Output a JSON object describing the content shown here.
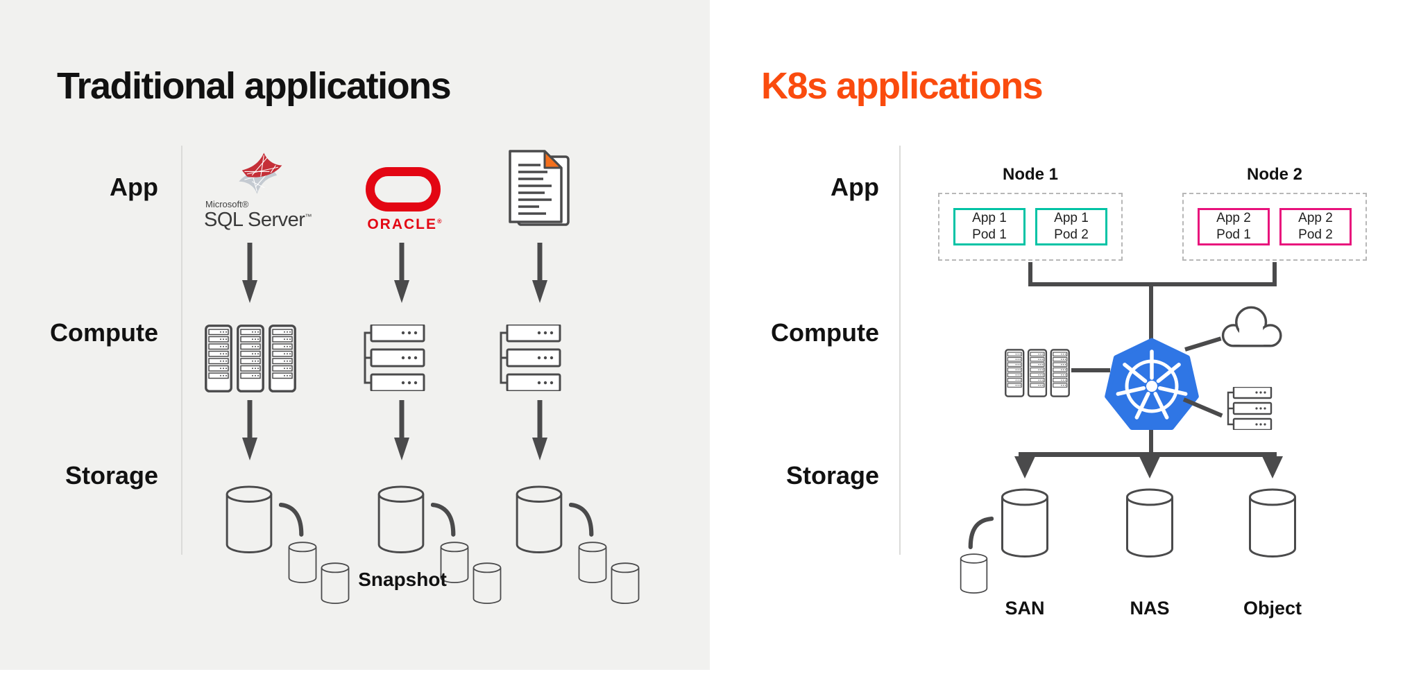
{
  "colors": {
    "bg-left": "#F1F1EF",
    "bg-right": "#FFFFFF",
    "ink": "#111111",
    "line": "#4A4A4B",
    "divider": "#DBDBD9",
    "accent-orange": "#FA4B0E",
    "k8s-blue": "#2F76E5",
    "teal": "#00C3A5",
    "magenta": "#E8127C",
    "oracle-red": "#E30613",
    "doc-orange": "#F4701D",
    "sql-red": "#C52F38",
    "sql-silver": "#C4CAD1"
  },
  "left_panel": {
    "title": "Traditional applications",
    "row_labels": {
      "app": "App",
      "compute": "Compute",
      "storage": "Storage"
    },
    "sql_logo": {
      "brand": "Microsoft®",
      "product": "SQL Server",
      "tm": "™"
    },
    "oracle_logo": {
      "wordmark": "ORACLE",
      "reg": "®"
    },
    "snapshot_label": "Snapshot"
  },
  "right_panel": {
    "title": "K8s applications",
    "row_labels": {
      "app": "App",
      "compute": "Compute",
      "storage": "Storage"
    },
    "nodes": [
      {
        "label": "Node 1",
        "pods": [
          {
            "line1": "App 1",
            "line2": "Pod 1"
          },
          {
            "line1": "App 1",
            "line2": "Pod 2"
          }
        ]
      },
      {
        "label": "Node 2",
        "pods": [
          {
            "line1": "App 2",
            "line2": "Pod 1"
          },
          {
            "line1": "App 2",
            "line2": "Pod 2"
          }
        ]
      }
    ],
    "storage_labels": [
      "SAN",
      "NAS",
      "Object"
    ]
  }
}
